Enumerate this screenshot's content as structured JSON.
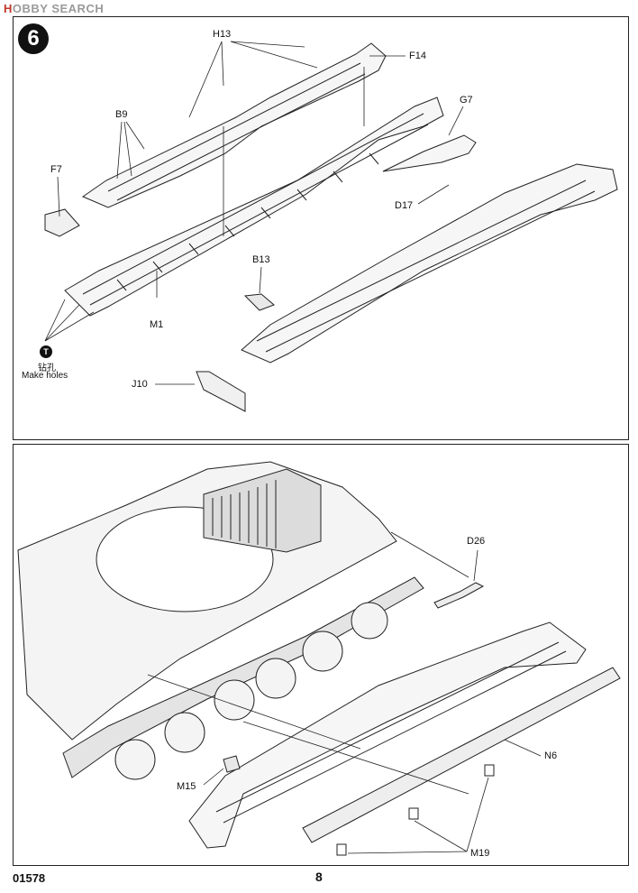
{
  "watermark": {
    "brand_a": "H",
    "brand_b": "OBBY SEARCH"
  },
  "step": {
    "number": "6"
  },
  "top_panel": {
    "labels": {
      "h13": "H13",
      "f14": "F14",
      "b9": "B9",
      "g7": "G7",
      "f7": "F7",
      "d17": "D17",
      "b13": "B13",
      "m1": "M1",
      "j10": "J10"
    },
    "note": {
      "icon": "T",
      "chinese": "钻孔",
      "english": "Make holes"
    }
  },
  "bottom_panel": {
    "labels": {
      "d26": "D26",
      "n6": "N6",
      "m15": "M15",
      "m19": "M19"
    }
  },
  "footer": {
    "product_code": "01578",
    "page_number": "8"
  }
}
